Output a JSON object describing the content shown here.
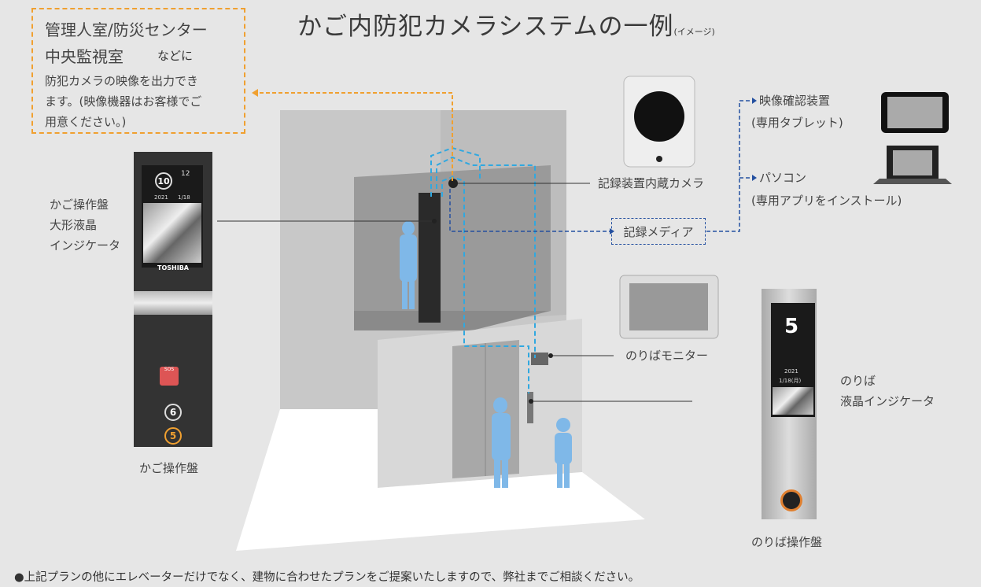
{
  "title": "かご内防犯カメラシステムの一例",
  "title_note": "(イメージ)",
  "mgmt": {
    "line1": "管理人室/防災センター",
    "line2": "中央監視室",
    "line2b": "などに",
    "desc1": "防犯カメラの映像を出力でき",
    "desc2": "ます。(映像機器はお客様でご",
    "desc3": "用意ください。)"
  },
  "labels": {
    "car_panel_lcd_1": "かご操作盤",
    "car_panel_lcd_2": "大形液晶",
    "car_panel_lcd_3": "インジケータ",
    "car_panel": "かご操作盤",
    "camera": "記録装置内蔵カメラ",
    "media": "記録メディア",
    "hall_monitor": "のりばモニター",
    "hall_lcd_1": "のりば",
    "hall_lcd_2": "液晶インジケータ",
    "hall_panel": "のりば操作盤",
    "tablet_1": "映像確認装置",
    "tablet_2": "(専用タブレット)",
    "pc_1": "パソコン",
    "pc_2": "(専用アプリをインストール)"
  },
  "car_lcd": {
    "floor": "10",
    "next_floor": "12",
    "date": "2021",
    "date2": "1/18",
    "brand": "TOSHIBA",
    "sos": "SOS",
    "btn1": "6",
    "btn2": "5"
  },
  "hall_lcd": {
    "floor": "5",
    "date": "2021",
    "date2": "1/18(月)"
  },
  "footer": "●上記プランの他にエレベーターだけでなく、建物に合わせたプランをご提案いたしますので、弊社までご相談ください。",
  "colors": {
    "orange_dash": "#f0a030",
    "blue_dash": "#2450a0",
    "cyan_dash": "#30a8e0"
  }
}
